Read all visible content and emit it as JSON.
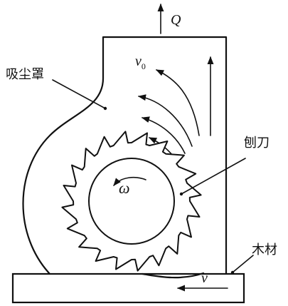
{
  "labels": {
    "hood": "吸尘罩",
    "cutter": "刨刀",
    "wood": "木材",
    "flow": "Q",
    "velocity_air": "v",
    "velocity_air_sub": "0",
    "velocity_wood": "v",
    "omega": "ω"
  },
  "cutter": {
    "teeth": 20
  }
}
